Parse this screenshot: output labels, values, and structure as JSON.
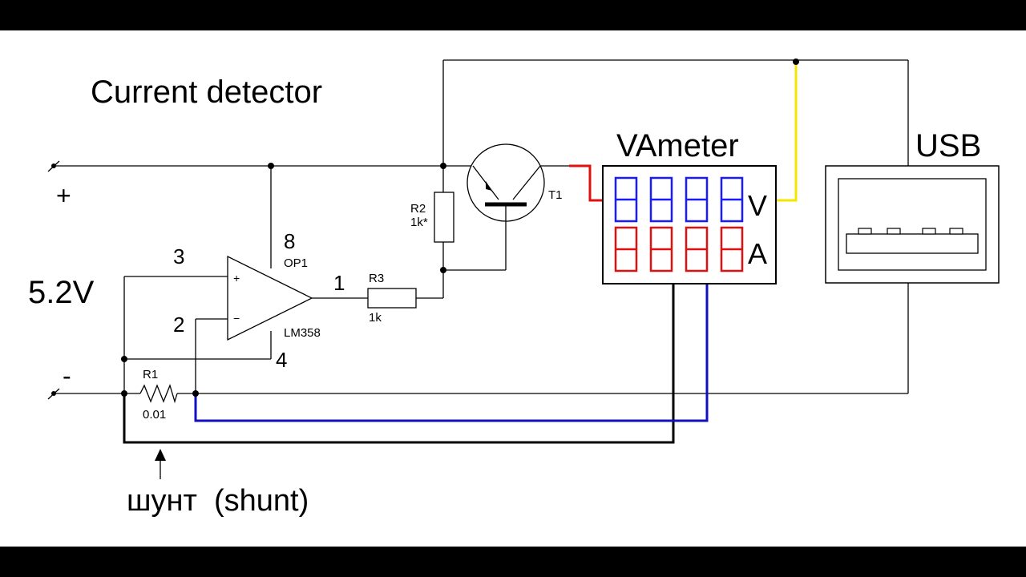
{
  "diagram": {
    "title": "Current detector",
    "supply_voltage": "5.2V",
    "plus_sign": "+",
    "minus_sign": "-",
    "shunt_caption": "шунт  (shunt)",
    "opamp": {
      "pin_noninv": "3",
      "pin_inv": "2",
      "pin_out": "1",
      "pin_vcc": "8",
      "pin_gnd": "4",
      "ref": "OP1",
      "part": "LM358",
      "plus_mark": "+",
      "minus_mark": "−"
    },
    "r1": {
      "ref": "R1",
      "value": "0.01"
    },
    "r2": {
      "ref": "R2",
      "value": "1k*"
    },
    "r3": {
      "ref": "R3",
      "value": "1k"
    },
    "t1": {
      "ref": "T1"
    },
    "vameter": {
      "label": "VAmeter",
      "volt_label": "V",
      "amp_label": "A",
      "volt_color": "#1a1aff",
      "amp_color": "#e01010"
    },
    "usb": {
      "label": "USB"
    },
    "wire_colors": {
      "red": "#e01010",
      "yellow": "#f5e600",
      "blue": "#1010c0"
    }
  }
}
